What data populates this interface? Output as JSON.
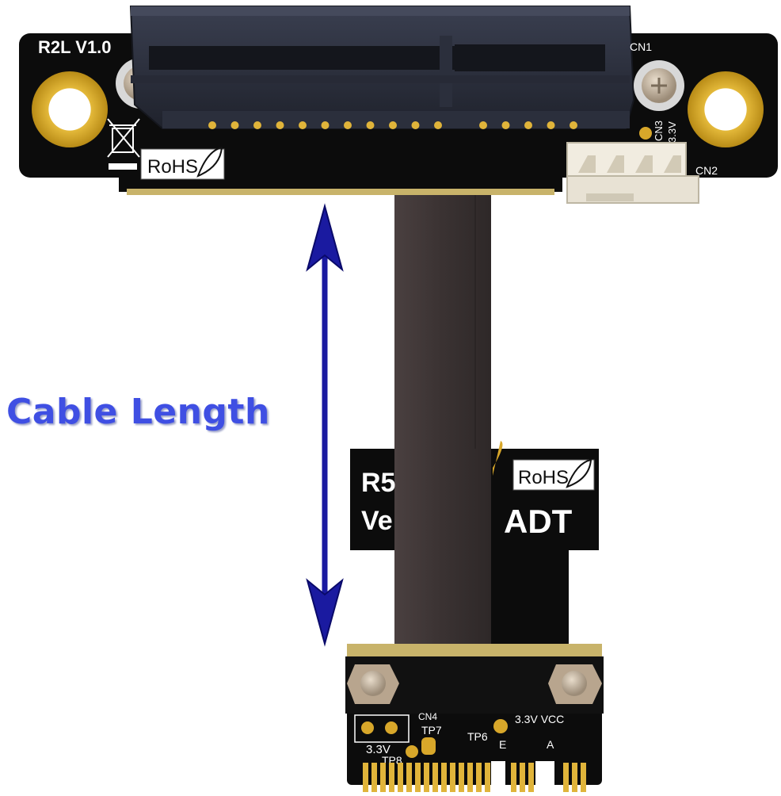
{
  "top_board": {
    "model": "R2L  V1.0",
    "cn1": "CN1",
    "cn2": "CN2",
    "cn3": "CN3",
    "v33": "3.3V",
    "rohs": "RoHS"
  },
  "bottom_board": {
    "label_r5": "R5",
    "label_ve": "Ve",
    "brand": "ADT",
    "rohs": "RoHS",
    "cn4": "CN4",
    "tp6": "TP6",
    "tp7": "TP7",
    "tp8": "TP8",
    "v33": "3.3V",
    "v33_vcc": "3.3V  VCC",
    "key_e": "E",
    "key_a": "A"
  },
  "dimension": {
    "label": "Cable Length"
  },
  "colors": {
    "pcb": "#0c0c0c",
    "slot": "#2b2f3c",
    "ribbon": "#3d3535",
    "gold": "#d8a72a",
    "arrow": "#1a1aa0",
    "label": "#3f4fe3"
  }
}
